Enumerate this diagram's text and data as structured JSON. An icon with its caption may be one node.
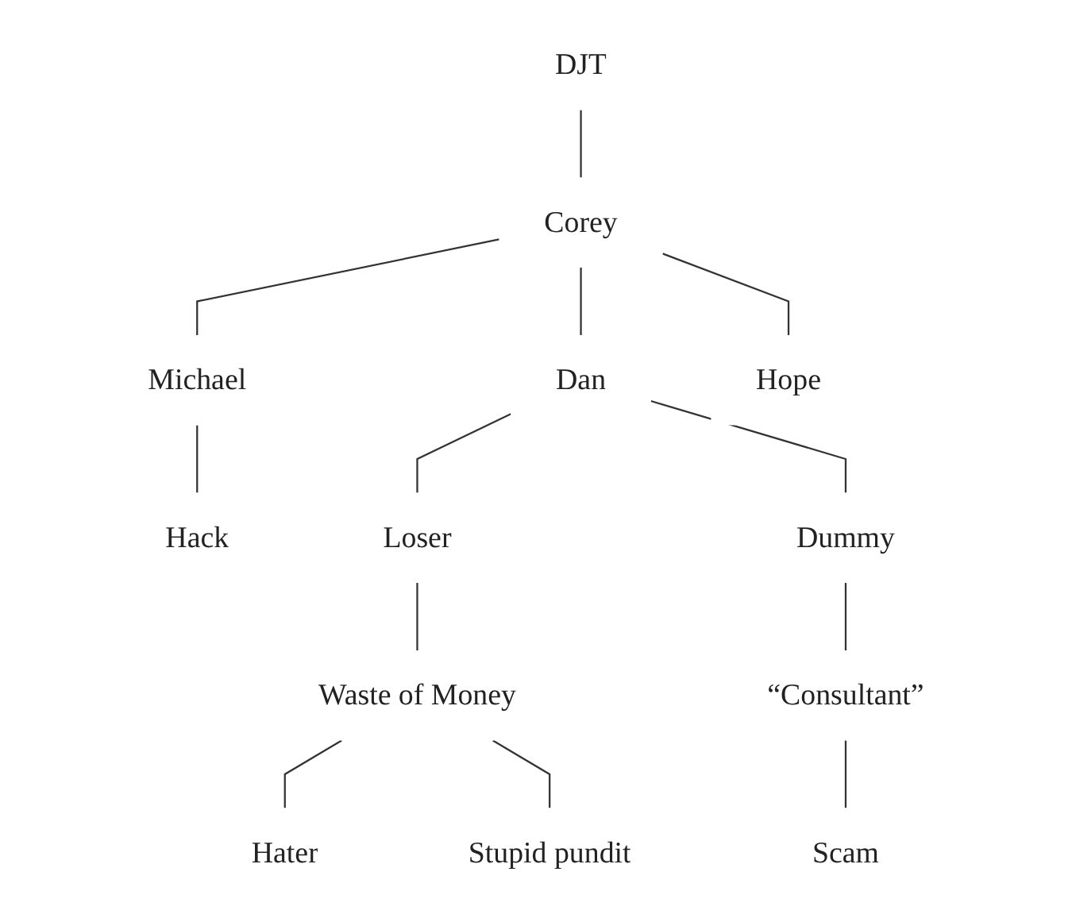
{
  "diagram": {
    "nodes": [
      {
        "text": [
          "DJT"
        ]
      },
      {
        "text": [
          "Corey"
        ]
      },
      {
        "text": [
          "Michael"
        ]
      },
      {
        "text": [
          "Dan"
        ]
      },
      {
        "text": [
          "Hope"
        ]
      },
      {
        "text": [
          "Hack"
        ]
      },
      {
        "text": [
          "Loser"
        ]
      },
      {
        "text": [
          "Dummy"
        ]
      },
      {
        "text": [
          "Waste of Money"
        ]
      },
      {
        "text": [
          "“Consultant”"
        ]
      },
      {
        "text": [
          "Hater"
        ]
      },
      {
        "text": [
          "Stupid pundit"
        ]
      },
      {
        "text": [
          "Scam"
        ]
      }
    ],
    "edges": [
      {
        "from": 0,
        "to": 1,
        "arrow": "none"
      },
      {
        "from": 1,
        "to": 2,
        "arrow": "none"
      },
      {
        "from": 1,
        "to": 3,
        "arrow": "none"
      },
      {
        "from": 1,
        "to": 4,
        "arrow": "none"
      },
      {
        "from": 2,
        "to": 5,
        "arrow": "none"
      },
      {
        "from": 3,
        "to": 6,
        "arrow": "none"
      },
      {
        "from": 3,
        "to": 7,
        "arrow": "none"
      },
      {
        "from": 6,
        "to": 8,
        "arrow": "none"
      },
      {
        "from": 7,
        "to": 9,
        "arrow": "none"
      },
      {
        "from": 8,
        "to": 10,
        "arrow": "none"
      },
      {
        "from": 8,
        "to": 11,
        "arrow": "none"
      },
      {
        "from": 9,
        "to": 12,
        "arrow": "none"
      }
    ]
  }
}
